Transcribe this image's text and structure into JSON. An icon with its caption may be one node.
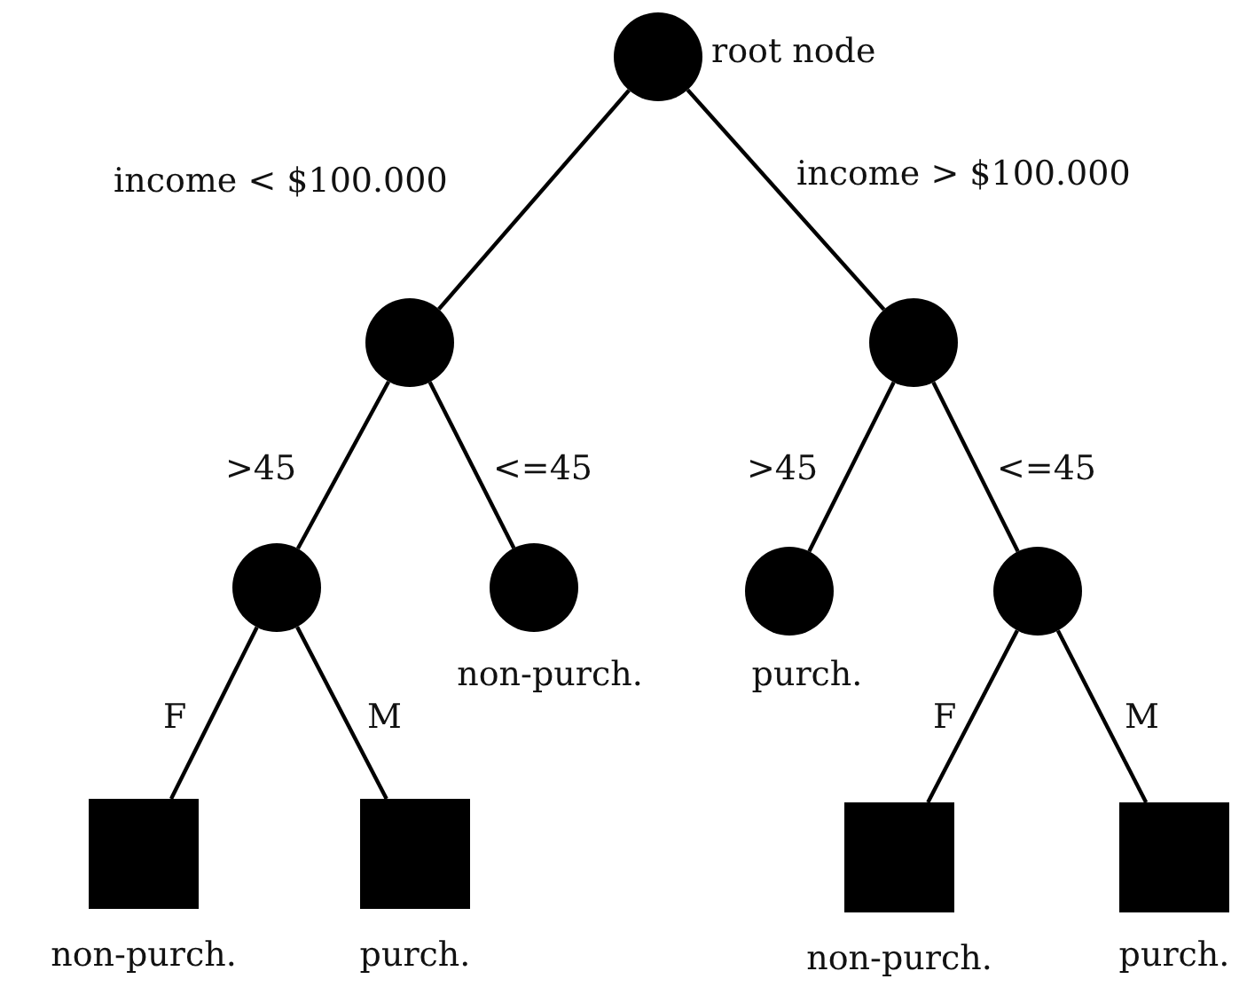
{
  "diagram": {
    "nodes": [
      {
        "text": [],
        "shape": "circle",
        "beside": [
          "root node"
        ]
      },
      {
        "text": [],
        "shape": "circle"
      },
      {
        "text": [],
        "shape": "circle"
      },
      {
        "text": [],
        "shape": "circle"
      },
      {
        "text": [],
        "shape": "circle",
        "beside": [
          "non-purch."
        ]
      },
      {
        "text": [],
        "shape": "circle",
        "beside": [
          "purch."
        ]
      },
      {
        "text": [],
        "shape": "circle"
      },
      {
        "text": [],
        "shape": "box",
        "beside": [
          "non-purch."
        ]
      },
      {
        "text": [],
        "shape": "box",
        "beside": [
          "purch."
        ]
      },
      {
        "text": [],
        "shape": "box",
        "beside": [
          "non-purch."
        ]
      },
      {
        "text": [],
        "shape": "box",
        "beside": [
          "purch."
        ]
      }
    ],
    "edges": [
      {
        "from": 0,
        "to": 1,
        "arrow": "none",
        "label": "income < $100.000"
      },
      {
        "from": 0,
        "to": 2,
        "arrow": "none",
        "label": "income > $100.000"
      },
      {
        "from": 1,
        "to": 3,
        "arrow": "none",
        "label": ">45"
      },
      {
        "from": 1,
        "to": 4,
        "arrow": "none",
        "label": "<=45"
      },
      {
        "from": 2,
        "to": 5,
        "arrow": "none",
        "label": ">45"
      },
      {
        "from": 2,
        "to": 6,
        "arrow": "none",
        "label": "<=45"
      },
      {
        "from": 3,
        "to": 7,
        "arrow": "none",
        "label": "F"
      },
      {
        "from": 3,
        "to": 8,
        "arrow": "none",
        "label": "M"
      },
      {
        "from": 6,
        "to": 9,
        "arrow": "none",
        "label": "F"
      },
      {
        "from": 6,
        "to": 10,
        "arrow": "none",
        "label": "M"
      }
    ]
  }
}
